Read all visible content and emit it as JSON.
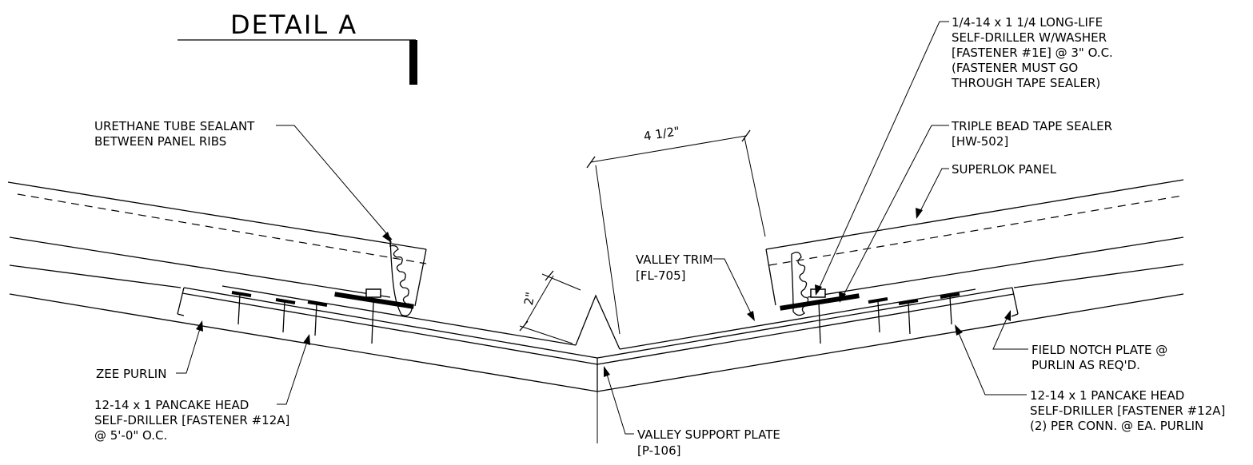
{
  "title": "DETAIL A",
  "dimensions": {
    "width_label": "4 1/2\"",
    "height_label": "2\""
  },
  "callouts": {
    "urethane": [
      "URETHANE TUBE SEALANT",
      "BETWEEN PANEL RIBS"
    ],
    "fastener_1e": [
      "1/4-14 x 1 1/4 LONG-LIFE",
      "SELF-DRILLER W/WASHER",
      "[FASTENER #1E] @ 3\" O.C.",
      "(FASTENER MUST GO",
      "THROUGH TAPE SEALER)"
    ],
    "tape_sealer": [
      "TRIPLE BEAD TAPE SEALER",
      "[HW-502]"
    ],
    "superlok": [
      "SUPERLOK PANEL"
    ],
    "valley_trim": [
      "VALLEY TRIM",
      "[FL-705]"
    ],
    "zee_purlin": [
      "ZEE PURLIN"
    ],
    "pancake_left": [
      "12-14 x 1 PANCAKE HEAD",
      "SELF-DRILLER [FASTENER #12A]",
      "@ 5'-0\" O.C."
    ],
    "field_notch": [
      "FIELD NOTCH PLATE @",
      "PURLIN AS REQ'D."
    ],
    "pancake_right": [
      "12-14 x 1 PANCAKE HEAD",
      "SELF-DRILLER [FASTENER #12A]",
      "(2) PER CONN. @ EA. PURLIN"
    ],
    "valley_support": [
      "VALLEY SUPPORT PLATE",
      "[P-106]"
    ]
  }
}
